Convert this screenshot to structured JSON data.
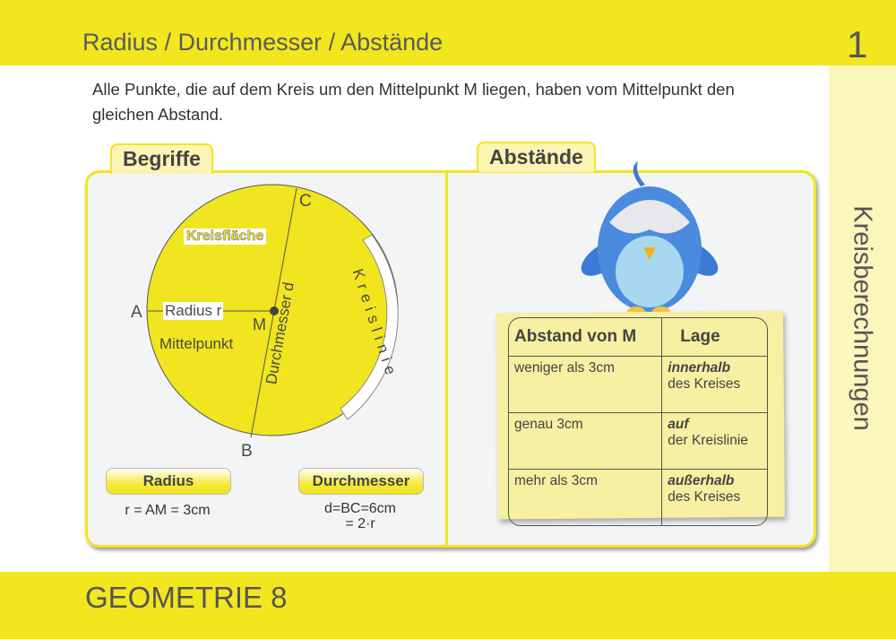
{
  "header": {
    "title": "Radius / Durchmesser / Abstände",
    "number": "1"
  },
  "sidebar": {
    "label": "Kreisberechnungen"
  },
  "footer": {
    "label": "GEOMETRIE 8"
  },
  "intro": "Alle Punkte, die auf dem Kreis um den Mittelpunkt M liegen, haben vom Mittelpunkt den gleichen Abstand.",
  "left": {
    "tab": "Begriffe",
    "labels": {
      "A": "A",
      "B": "B",
      "C": "C",
      "M": "M",
      "flaeche": "Kreisfläche",
      "radius": "Radius r",
      "mittelpunkt": "Mittelpunkt",
      "durchmesser": "Durchmesser d",
      "kreislinie": "Kreislinie"
    },
    "radius_pill": "Radius",
    "radius_formula": "r = AM = 3cm",
    "durch_pill": "Durchmesser",
    "durch_formula1": "d=BC=6cm",
    "durch_formula2": "= 2·r"
  },
  "right": {
    "tab": "Abstände",
    "table": {
      "headers": [
        "Abstand von M",
        "Lage"
      ],
      "rows": [
        {
          "dist": "weniger als 3cm",
          "lage_bold": "innerhalb",
          "lage": "des Kreises"
        },
        {
          "dist": "genau 3cm",
          "lage_bold": "auf",
          "lage": "der Kreislinie"
        },
        {
          "dist": "mehr als 3cm",
          "lage_bold": "außerhalb",
          "lage": "des Kreises"
        }
      ]
    }
  },
  "colors": {
    "yellow": "#f2e61f",
    "pale": "#fbf6bc"
  }
}
